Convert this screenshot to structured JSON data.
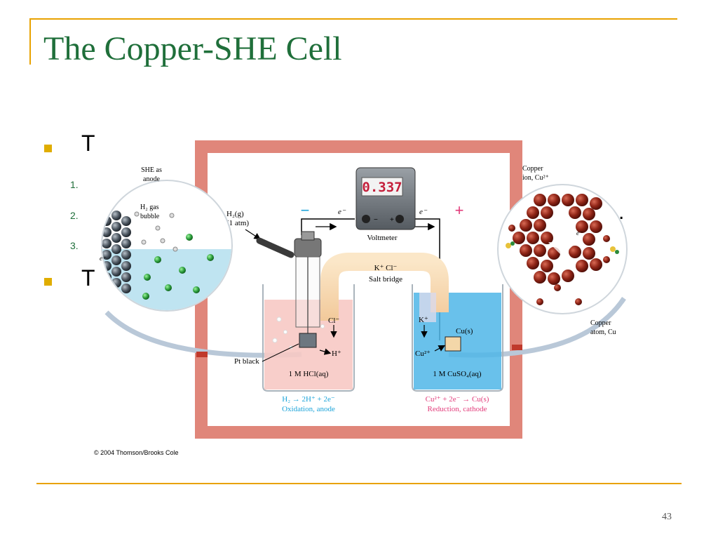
{
  "slide": {
    "title": "The Copper-SHE Cell",
    "bullets": [
      "T",
      "T"
    ],
    "numbers": [
      "1.",
      "2.",
      "3."
    ],
    "page_number": "43"
  },
  "figure": {
    "voltmeter_reading": "0.337",
    "voltmeter_label": "Voltmeter",
    "minus_sign": "−",
    "plus_sign": "+",
    "electron_left": "e⁻",
    "electron_right": "e⁻",
    "meter_minus": "−",
    "meter_plus": "+",
    "h2_gas": "H₂(g)",
    "h2_pressure": "(1 atm)",
    "salt_bridge_ions": "K⁺  Cl⁻",
    "salt_bridge_label": "Salt bridge",
    "cl_ion": "Cl⁻",
    "h_ion": "H⁺",
    "k_ion": "K⁺",
    "cu_solid": "Cu(s)",
    "cu_ion": "Cu²⁺",
    "pt_black": "Pt black",
    "left_solution": "1 M HCl(aq)",
    "right_solution": "1 M CuSO₄(aq)",
    "left_reaction": "H₂ → 2H⁺ + 2e⁻",
    "left_process": "Oxidation, anode",
    "right_reaction": "Cu²⁺ + 2e⁻ → Cu(s)",
    "right_process": "Reduction, cathode",
    "she_label_1": "SHE as",
    "she_label_2": "anode",
    "h2_bubble_1": "H₂ gas",
    "h2_bubble_2": "bubble",
    "zoom_electron": "e⁻",
    "copper_ion_1": "Copper",
    "copper_ion_2": "ion, Cu²⁺",
    "copper_atom_1": "Copper",
    "copper_atom_2": "atom, Cu",
    "zoom_electron_right": "e⁻"
  },
  "copyright": "© 2004 Thomson/Brooks Cole",
  "colors": {
    "title": "#1f6f3a",
    "rule": "#e8a200",
    "bullet": "#e0ad00",
    "frame": "#e0867a",
    "oxidation_text": "#1aa3d9",
    "reduction_text": "#e23b7a",
    "minus_sign": "#1aa3d9",
    "plus_sign": "#e23b7a",
    "copper_sphere": "#7a1a10",
    "hcl_solution": "#f7c9c4",
    "cuso4_solution": "#4fb6e8"
  }
}
